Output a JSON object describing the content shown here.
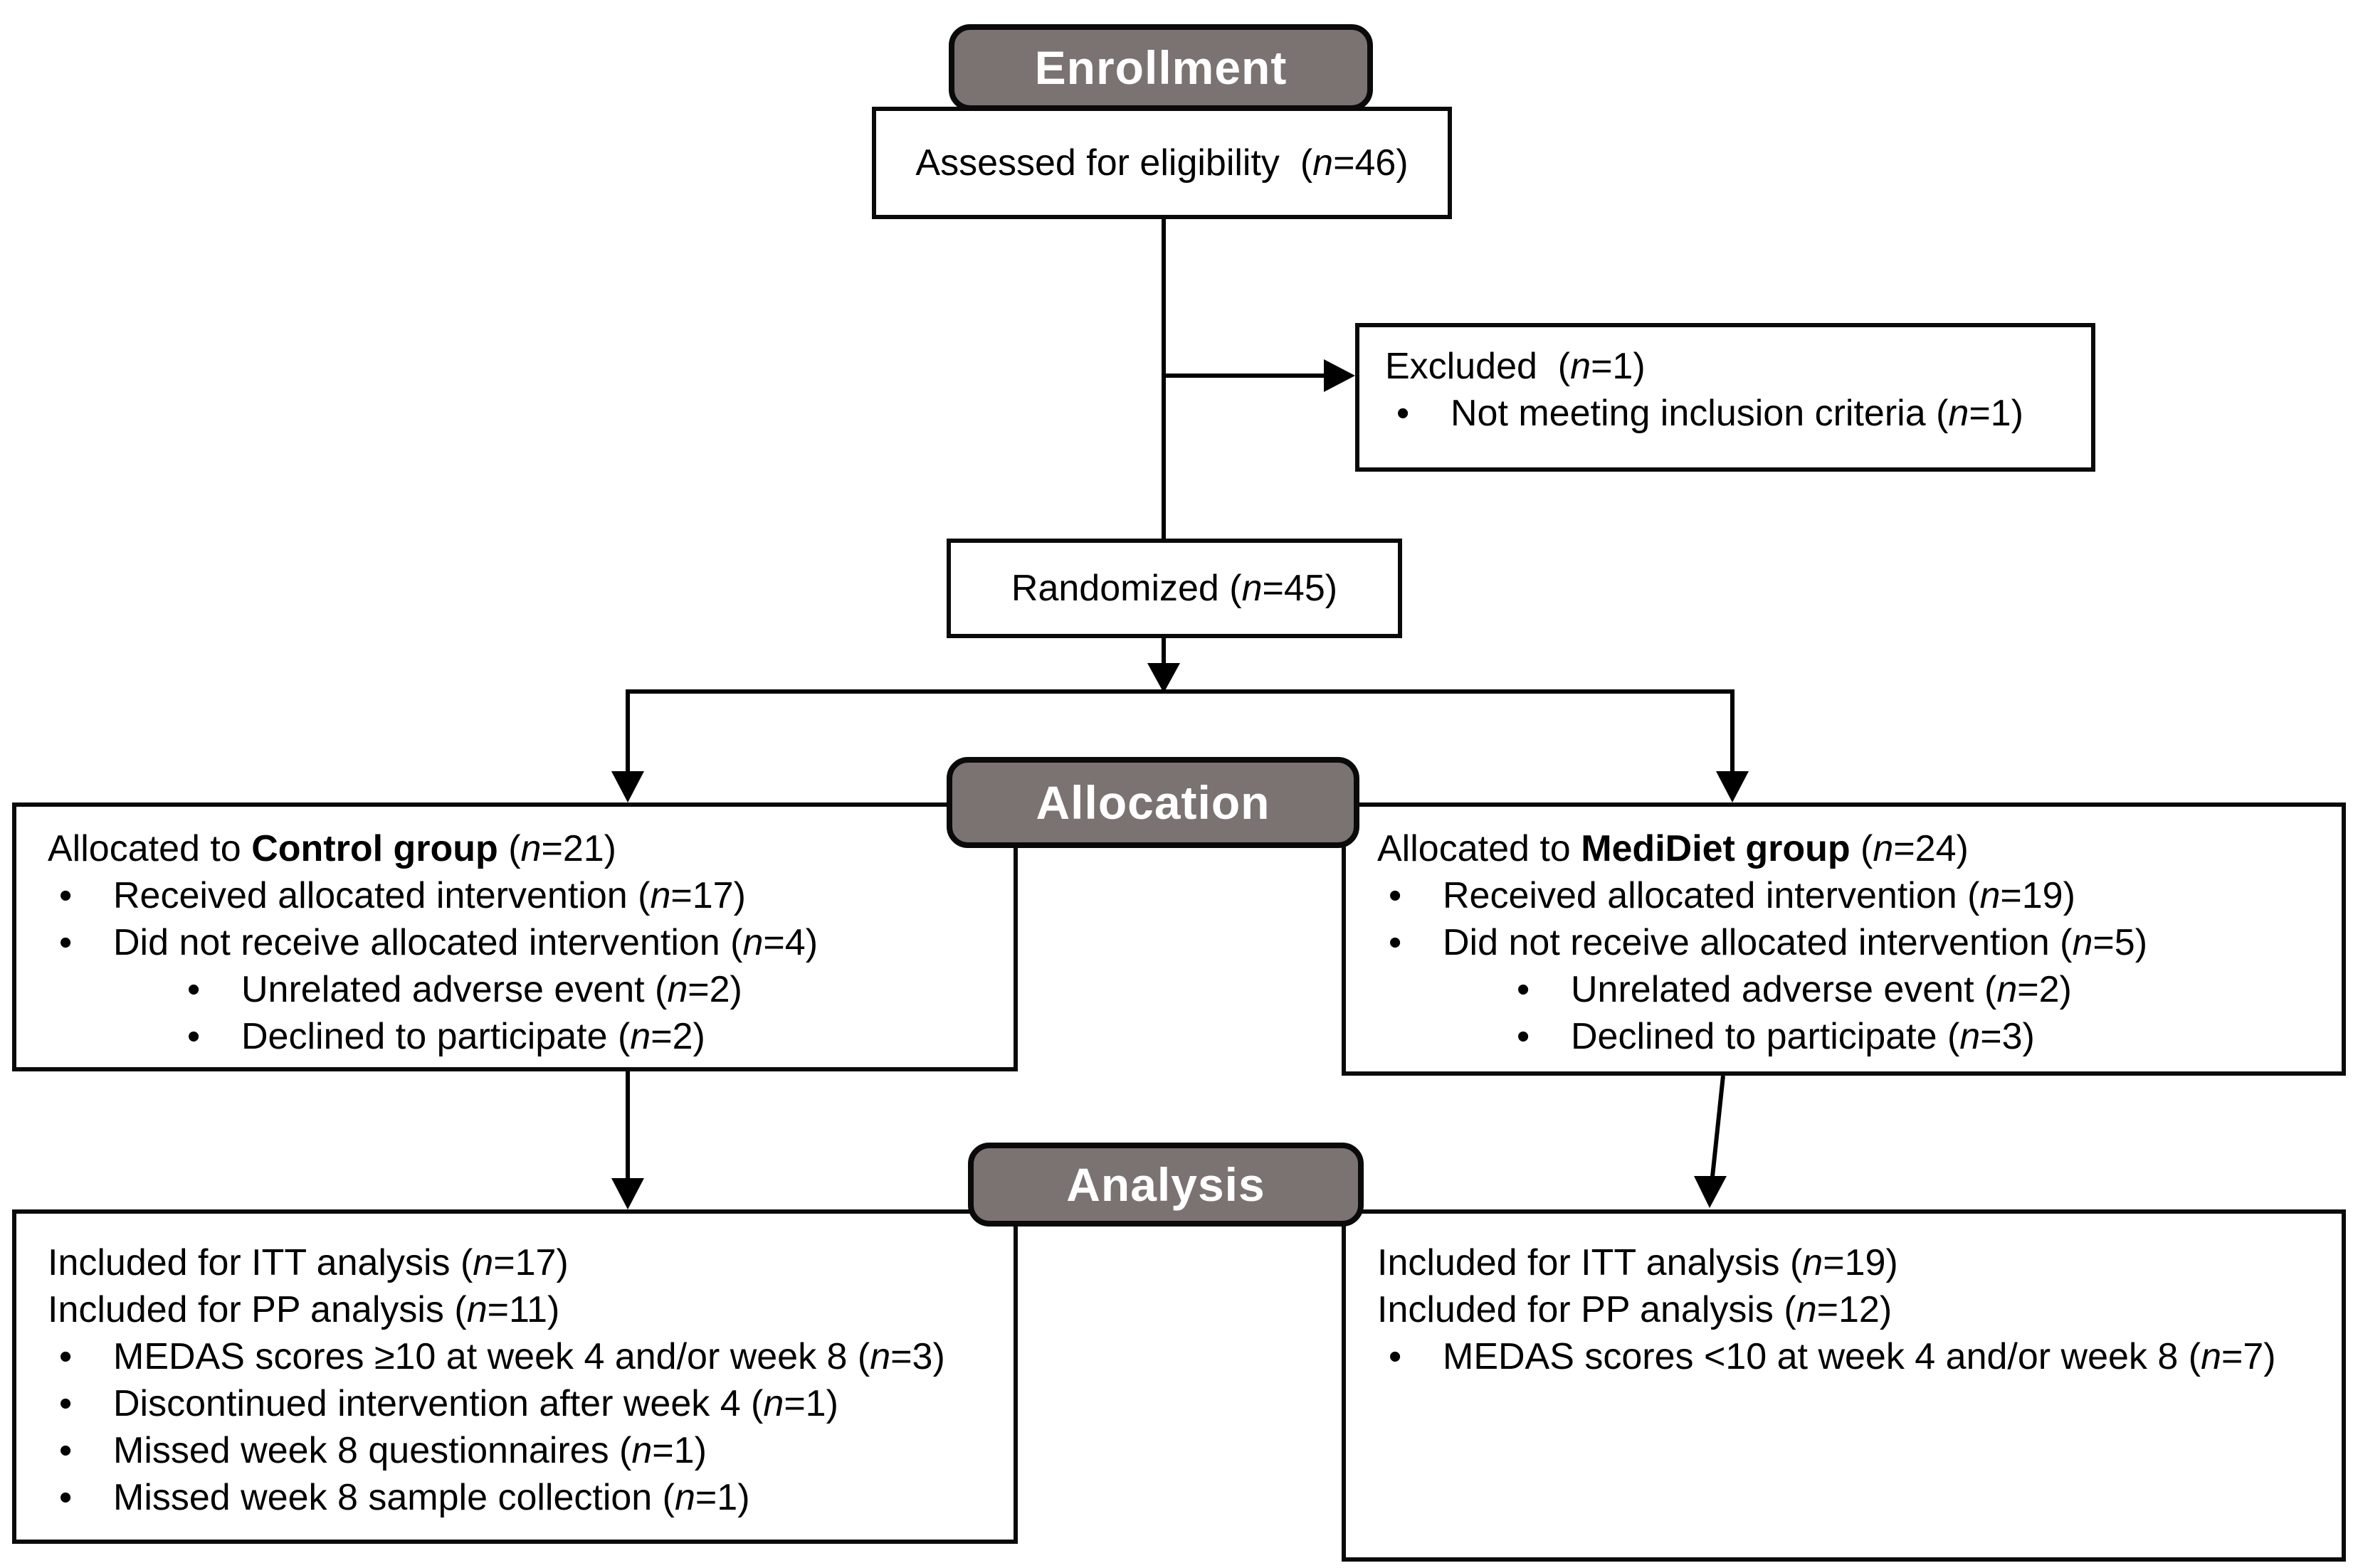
{
  "colors": {
    "stage_fill": "#7a7372",
    "stage_text": "#ffffff",
    "border": "#0a0a0a",
    "line": "#000000",
    "box_fill": "#ffffff",
    "text": "#000000"
  },
  "stages": {
    "enrollment": "Enrollment",
    "allocation": "Allocation",
    "analysis": "Analysis"
  },
  "boxes": {
    "assessed": {
      "lines": [
        {
          "segments": [
            {
              "text": "Assessed for eligibility  ("
            },
            {
              "text": "n",
              "italic": true
            },
            {
              "text": "=46)"
            }
          ]
        }
      ]
    },
    "excluded": {
      "lines": [
        {
          "segments": [
            {
              "text": "Excluded  ("
            },
            {
              "text": "n",
              "italic": true
            },
            {
              "text": "=1)"
            }
          ]
        },
        {
          "bullet": true,
          "segments": [
            {
              "text": "Not meeting inclusion criteria ("
            },
            {
              "text": "n",
              "italic": true
            },
            {
              "text": "=1)"
            }
          ]
        }
      ]
    },
    "randomized": {
      "lines": [
        {
          "segments": [
            {
              "text": "Randomized ("
            },
            {
              "text": "n",
              "italic": true
            },
            {
              "text": "=45)"
            }
          ]
        }
      ]
    },
    "control": {
      "lines": [
        {
          "segments": [
            {
              "text": "Allocated to "
            },
            {
              "text": "Control group",
              "bold": true
            },
            {
              "text": " ("
            },
            {
              "text": "n",
              "italic": true
            },
            {
              "text": "=21)"
            }
          ]
        },
        {
          "bullet": true,
          "segments": [
            {
              "text": "Received allocated intervention ("
            },
            {
              "text": "n",
              "italic": true
            },
            {
              "text": "=17)"
            }
          ]
        },
        {
          "bullet": true,
          "segments": [
            {
              "text": "Did not receive allocated intervention ("
            },
            {
              "text": "n",
              "italic": true
            },
            {
              "text": "=4)"
            }
          ]
        },
        {
          "bullet": true,
          "indent": 1,
          "segments": [
            {
              "text": "Unrelated adverse event ("
            },
            {
              "text": "n",
              "italic": true
            },
            {
              "text": "=2)"
            }
          ]
        },
        {
          "bullet": true,
          "indent": 1,
          "segments": [
            {
              "text": "Declined to participate ("
            },
            {
              "text": "n",
              "italic": true
            },
            {
              "text": "=2)"
            }
          ]
        }
      ]
    },
    "medidiet": {
      "lines": [
        {
          "segments": [
            {
              "text": "Allocated to "
            },
            {
              "text": "MediDiet group",
              "bold": true
            },
            {
              "text": " ("
            },
            {
              "text": "n",
              "italic": true
            },
            {
              "text": "=24)"
            }
          ]
        },
        {
          "bullet": true,
          "segments": [
            {
              "text": "Received allocated intervention ("
            },
            {
              "text": "n",
              "italic": true
            },
            {
              "text": "=19)"
            }
          ]
        },
        {
          "bullet": true,
          "segments": [
            {
              "text": "Did not receive allocated intervention ("
            },
            {
              "text": "n",
              "italic": true
            },
            {
              "text": "=5)"
            }
          ]
        },
        {
          "bullet": true,
          "indent": 1,
          "segments": [
            {
              "text": "Unrelated adverse event ("
            },
            {
              "text": "n",
              "italic": true
            },
            {
              "text": "=2)"
            }
          ]
        },
        {
          "bullet": true,
          "indent": 1,
          "segments": [
            {
              "text": "Declined to participate ("
            },
            {
              "text": "n",
              "italic": true
            },
            {
              "text": "=3)"
            }
          ]
        }
      ]
    },
    "analysis_control": {
      "lines": [
        {
          "segments": [
            {
              "text": "Included for ITT analysis ("
            },
            {
              "text": "n",
              "italic": true
            },
            {
              "text": "=17)"
            }
          ]
        },
        {
          "segments": [
            {
              "text": "Included for PP analysis ("
            },
            {
              "text": "n",
              "italic": true
            },
            {
              "text": "=11)"
            }
          ]
        },
        {
          "bullet": true,
          "segments": [
            {
              "text": "MEDAS scores ≥10 at week 4 and/or week 8 ("
            },
            {
              "text": "n",
              "italic": true
            },
            {
              "text": "=3)"
            }
          ]
        },
        {
          "bullet": true,
          "segments": [
            {
              "text": "Discontinued intervention after week 4 ("
            },
            {
              "text": "n",
              "italic": true
            },
            {
              "text": "=1)"
            }
          ]
        },
        {
          "bullet": true,
          "segments": [
            {
              "text": "Missed week 8 questionnaires ("
            },
            {
              "text": "n",
              "italic": true
            },
            {
              "text": "=1)"
            }
          ]
        },
        {
          "bullet": true,
          "segments": [
            {
              "text": "Missed week 8 sample collection ("
            },
            {
              "text": "n",
              "italic": true
            },
            {
              "text": "=1)"
            }
          ]
        }
      ]
    },
    "analysis_medidiet": {
      "lines": [
        {
          "segments": [
            {
              "text": "Included for ITT analysis ("
            },
            {
              "text": "n",
              "italic": true
            },
            {
              "text": "=19)"
            }
          ]
        },
        {
          "segments": [
            {
              "text": "Included for PP analysis ("
            },
            {
              "text": "n",
              "italic": true
            },
            {
              "text": "=12)"
            }
          ]
        },
        {
          "bullet": true,
          "segments": [
            {
              "text": "MEDAS scores <10 at week 4 and/or week 8 ("
            },
            {
              "text": "n",
              "italic": true
            },
            {
              "text": "=7)"
            }
          ]
        }
      ]
    }
  }
}
